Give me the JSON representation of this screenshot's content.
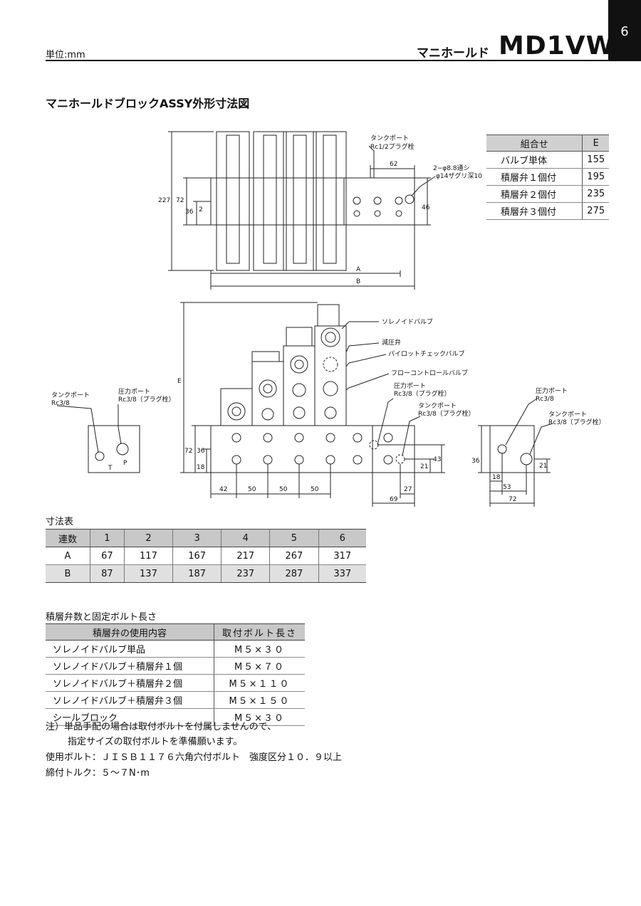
{
  "header": {
    "unit": "単位:mm",
    "subtitle": "マニホールド",
    "model": "MD1VW",
    "page_number": "6"
  },
  "section_title": "マニホールドブロックASSY外形寸法図",
  "drawing": {
    "top_view": {
      "tank_port_label": "タンクポート",
      "tank_port_spec": "Rc1/2プラグ栓",
      "hole_label": "2−φ8.8通シ",
      "hole_spec": "φ14ザグリ深10",
      "dims": {
        "d227": "227",
        "d72": "72",
        "d36": "36",
        "d2": "2",
        "d62": "62",
        "d46": "46",
        "dA": "A",
        "dB": "B"
      }
    },
    "front_view": {
      "callouts": [
        "ソレノイドバルブ",
        "減圧弁",
        "パイロットチェックバルブ",
        "フローコントロールバルブ"
      ],
      "pressure_port_label": "圧力ポート",
      "pressure_port_spec": "Rc3/8（プラグ栓）",
      "tank_port_label": "タンクポート",
      "tank_port_spec": "Rc3/8（プラグ栓）",
      "dims": {
        "dE": "E",
        "d72": "72",
        "d36": "36",
        "d18": "18",
        "d43": "43",
        "d21": "21",
        "d42": "42",
        "d50a": "50",
        "d50b": "50",
        "d50c": "50",
        "d27": "27",
        "d69": "69"
      }
    },
    "left_view": {
      "tank_port_label": "タンクポート",
      "tank_port_spec": "Rc3/8",
      "pressure_port_label": "圧力ポート",
      "pressure_port_spec": "Rc3/8（プラグ栓）",
      "t": "T",
      "p": "P"
    },
    "right_view": {
      "pressure_port_label": "圧力ポート",
      "pressure_port_spec": "Rc3/8",
      "tank_port_label": "タンクポート",
      "tank_port_spec": "Rc3/8（プラグ栓）",
      "dims": {
        "d36": "36",
        "d21": "21",
        "d18": "18",
        "d53": "53",
        "d72": "72"
      }
    }
  },
  "combo_table": {
    "headers": [
      "組合せ",
      "E"
    ],
    "rows": [
      [
        "バルブ単体",
        "155"
      ],
      [
        "積層弁１個付",
        "195"
      ],
      [
        "積層弁２個付",
        "235"
      ],
      [
        "積層弁３個付",
        "275"
      ]
    ]
  },
  "dims_table": {
    "title": "寸法表",
    "headers": [
      "連数",
      "1",
      "2",
      "3",
      "4",
      "5",
      "6"
    ],
    "rows": [
      [
        "A",
        "67",
        "117",
        "167",
        "217",
        "267",
        "317"
      ],
      [
        "B",
        "87",
        "137",
        "187",
        "237",
        "287",
        "337"
      ]
    ]
  },
  "bolt_table": {
    "title": "積層弁数と固定ボルト長さ",
    "headers": [
      "積層弁の使用内容",
      "取付ボルト長さ"
    ],
    "rows": [
      [
        "ソレノイドバルブ単品",
        "M５×３０"
      ],
      [
        "ソレノイドバルブ＋積層弁１個",
        "M５×７０"
      ],
      [
        "ソレノイドバルブ＋積層弁２個",
        "M５×１１０"
      ],
      [
        "ソレノイドバルブ＋積層弁３個",
        "M５×１５０"
      ],
      [
        "シールブロック",
        "M５×３０"
      ]
    ]
  },
  "notes": {
    "line1": "注）単品手配の場合は取付ボルトを付属しませんので、",
    "line2": "指定サイズの取付ボルトを準備願います。",
    "line3": "使用ボルト：ＪＩＳＢ１１７６六角穴付ボルト　強度区分１０．９以上",
    "line4": "締付トルク：５〜７N･m"
  }
}
